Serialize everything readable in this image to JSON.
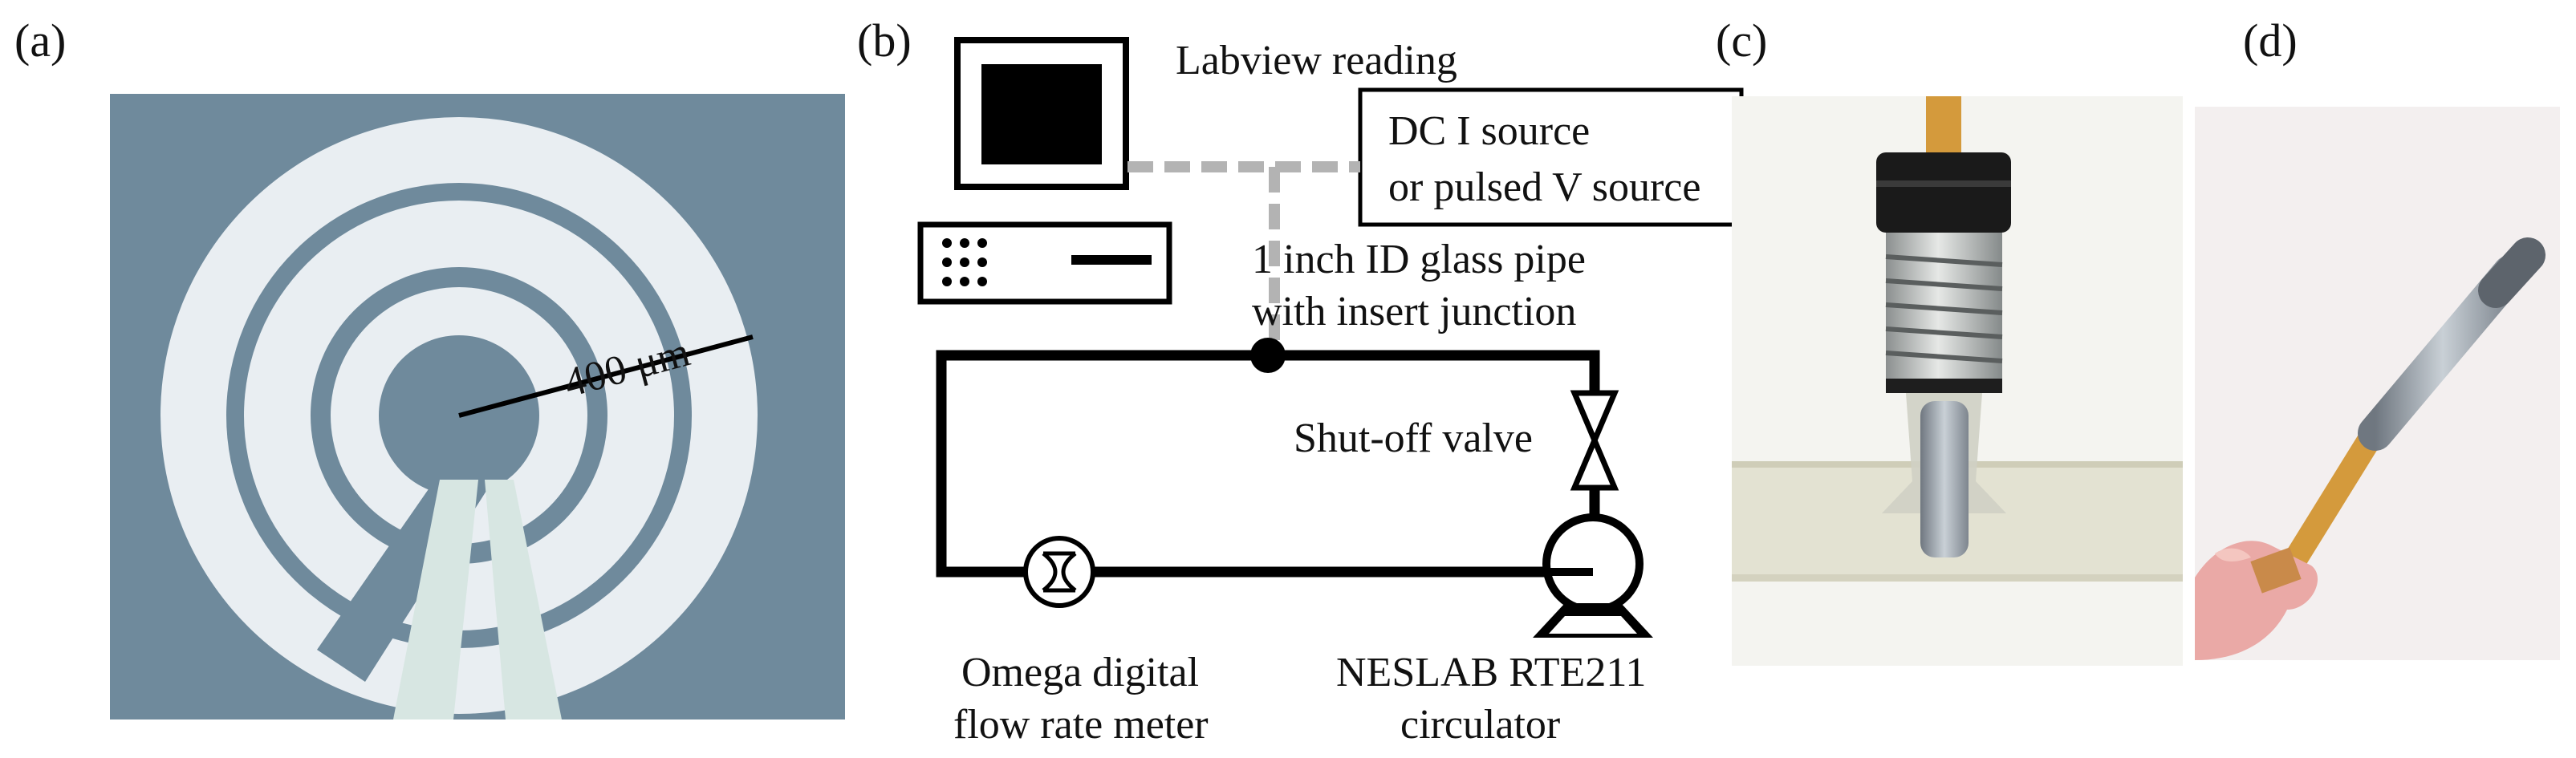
{
  "panels": {
    "a": {
      "label": "(a)",
      "scale_label": "400 μm"
    },
    "b": {
      "label": "(b)",
      "labview": "Labview reading",
      "source_line1": "DC I source",
      "source_line2": "or pulsed V source",
      "pipe_line1": "1 inch ID glass pipe",
      "pipe_line2": "with insert junction",
      "valve": "Shut-off valve",
      "meter_line1": "Omega digital",
      "meter_line2": "flow rate meter",
      "circulator_line1": "NESLAB RTE211",
      "circulator_line2": "circulator"
    },
    "c": {
      "label": "(c)"
    },
    "d": {
      "label": "(d)"
    }
  },
  "colors": {
    "microscope_bg": "#6f8a9c",
    "electrode": "#e9eef2",
    "wire": "#000000",
    "signal_dashed": "#b3b3b3",
    "tube_orange": "#d49a3c",
    "metal": "#9aa3ad"
  },
  "icons": [
    "computer-icon",
    "instrument-box-icon",
    "valve-icon",
    "flow-meter-icon",
    "pump-icon"
  ]
}
